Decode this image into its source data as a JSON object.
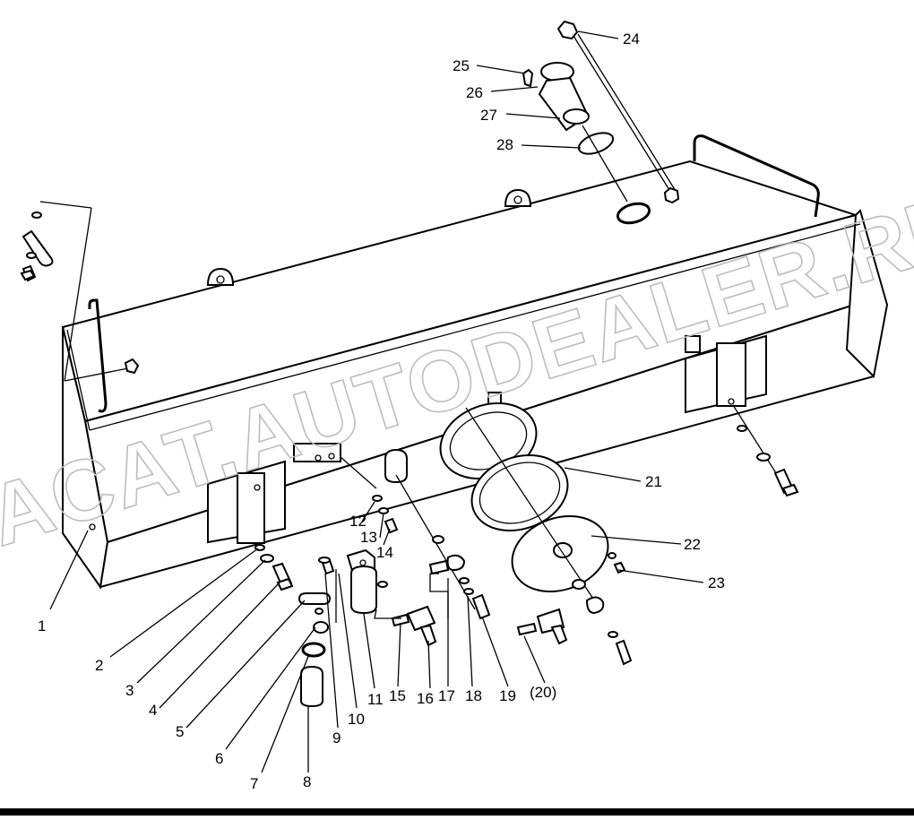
{
  "watermark": "ACAT.AUTODEALER.RU",
  "callouts": [
    "1",
    "2",
    "3",
    "4",
    "5",
    "6",
    "7",
    "8",
    "9",
    "10",
    "11",
    "12",
    "13",
    "14",
    "15",
    "16",
    "17",
    "18",
    "19",
    "(20)",
    "21",
    "22",
    "23",
    "24",
    "25",
    "26",
    "27",
    "28"
  ]
}
